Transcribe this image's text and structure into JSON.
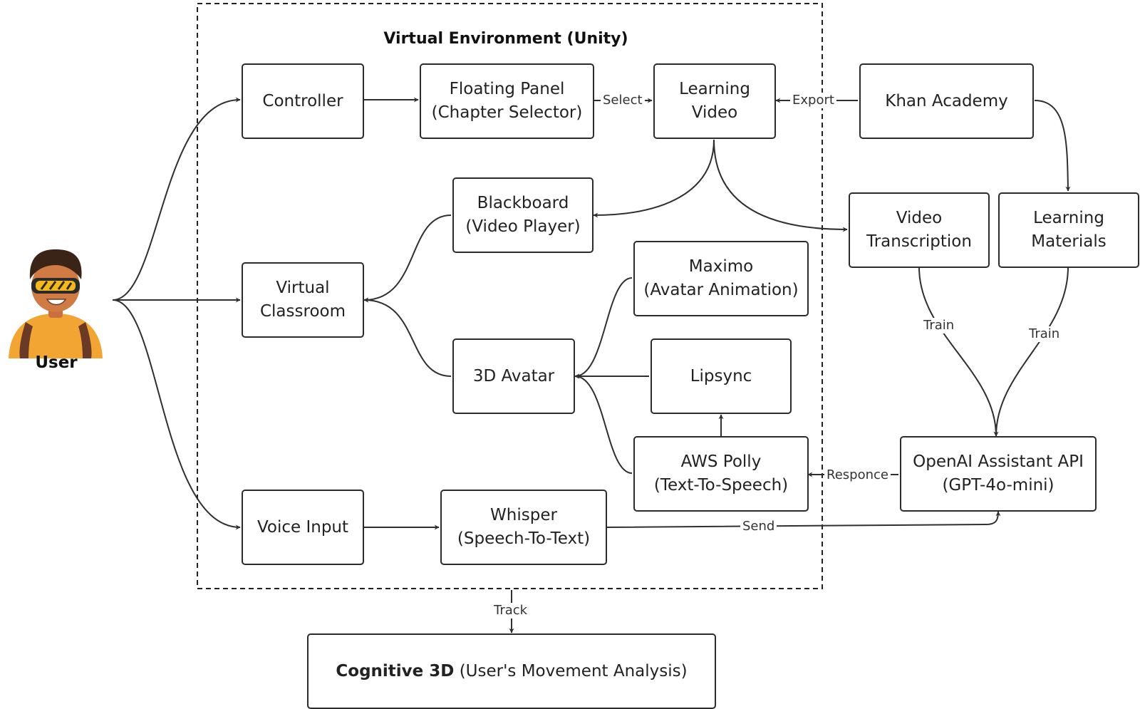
{
  "environment": {
    "title": "Virtual Environment (Unity)"
  },
  "user": {
    "label": "User"
  },
  "nodes": {
    "controller": {
      "line1": "Controller"
    },
    "floating_panel": {
      "line1": "Floating Panel",
      "line2": "(Chapter Selector)"
    },
    "learning_video": {
      "line1": "Learning",
      "line2": "Video"
    },
    "khan_academy": {
      "line1": "Khan Academy"
    },
    "blackboard": {
      "line1": "Blackboard",
      "line2": "(Video Player)"
    },
    "video_transcription": {
      "line1": "Video",
      "line2": "Transcription"
    },
    "learning_materials": {
      "line1": "Learning",
      "line2": "Materials"
    },
    "virtual_classroom": {
      "line1": "Virtual",
      "line2": "Classroom"
    },
    "maximo": {
      "line1": "Maximo",
      "line2": "(Avatar Animation)"
    },
    "avatar_3d": {
      "line1": "3D Avatar"
    },
    "lipsync": {
      "line1": "Lipsync"
    },
    "aws_polly": {
      "line1": "AWS Polly",
      "line2": "(Text-To-Speech)"
    },
    "openai": {
      "line1": "OpenAI Assistant API",
      "line2": "(GPT-4o-mini)"
    },
    "voice_input": {
      "line1": "Voice Input"
    },
    "whisper": {
      "line1": "Whisper",
      "line2": "(Speech-To-Text)"
    },
    "cognitive": {
      "bold": "Cognitive 3D",
      "rest": " (User's Movement Analysis)"
    }
  },
  "edge_labels": {
    "select": "Select",
    "export": "Export",
    "train_transcription": "Train",
    "train_materials": "Train",
    "responce": "Responce",
    "send": "Send",
    "track": "Track"
  },
  "colors": {
    "line": "#2f2f2f",
    "border": "#2b2b2b",
    "avatar_shirt": "#f2a533",
    "avatar_goggles": "#f5b81c"
  },
  "icons": {
    "user_avatar": "vr-headset-user-icon"
  }
}
